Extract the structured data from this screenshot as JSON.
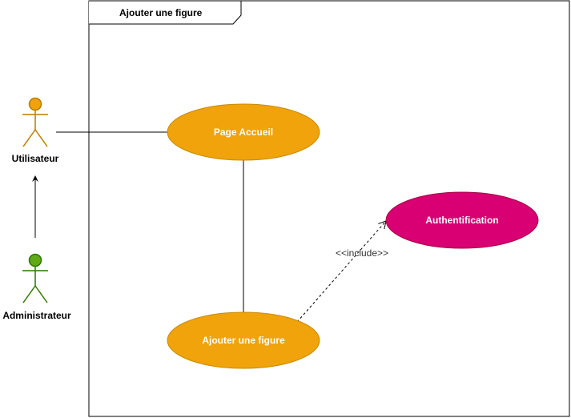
{
  "frame": {
    "title": "Ajouter une figure"
  },
  "actors": [
    {
      "id": "utilisateur",
      "label": "Utilisateur",
      "color": "#f0a30a",
      "stroke": "#b97b00"
    },
    {
      "id": "administrateur",
      "label": "Administrateur",
      "color": "#60a917",
      "stroke": "#2d7600"
    }
  ],
  "use_cases": [
    {
      "id": "page-accueil",
      "label": "Page Accueil",
      "color": "#f0a30a",
      "stroke": "#c78a00",
      "text_color": "#ffffff"
    },
    {
      "id": "authentification",
      "label": "Authentification",
      "color": "#d80073",
      "stroke": "#a50040",
      "text_color": "#ffffff"
    },
    {
      "id": "ajouter-une-figure",
      "label": "Ajouter une figure",
      "color": "#f0a30a",
      "stroke": "#c78a00",
      "text_color": "#ffffff"
    }
  ],
  "relations": [
    {
      "from": "administrateur",
      "to": "utilisateur",
      "type": "generalization"
    },
    {
      "from": "utilisateur",
      "to": "page-accueil",
      "type": "association"
    },
    {
      "from": "page-accueil",
      "to": "ajouter-une-figure",
      "type": "association"
    },
    {
      "from": "ajouter-une-figure",
      "to": "authentification",
      "type": "include",
      "label": "<<include>>"
    }
  ]
}
